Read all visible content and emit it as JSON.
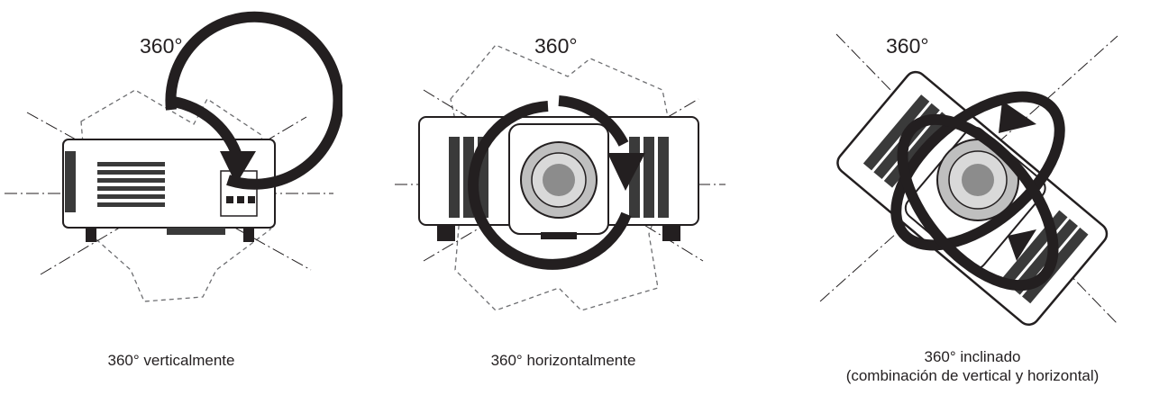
{
  "panels": [
    {
      "id": "vertical",
      "angle_label": "360°",
      "caption": [
        "360° verticalmente"
      ]
    },
    {
      "id": "horizontal",
      "angle_label": "360°",
      "caption": [
        "360° horizontalmente"
      ]
    },
    {
      "id": "inclined",
      "angle_label": "360°",
      "caption": [
        "360° inclinado",
        "(combinación de vertical y horizontal)"
      ]
    }
  ],
  "colors": {
    "ink": "#231f20",
    "projector_fill": "#ffffff",
    "vent": "#3a3a3a",
    "lens_outer": "#d9d9d9",
    "lens_inner": "#8c8c8c",
    "outline_dash": "#6d6e71"
  },
  "icons": [
    "rotation-arrow-icon",
    "projector-side-icon",
    "projector-front-icon",
    "projector-tilted-icon"
  ]
}
